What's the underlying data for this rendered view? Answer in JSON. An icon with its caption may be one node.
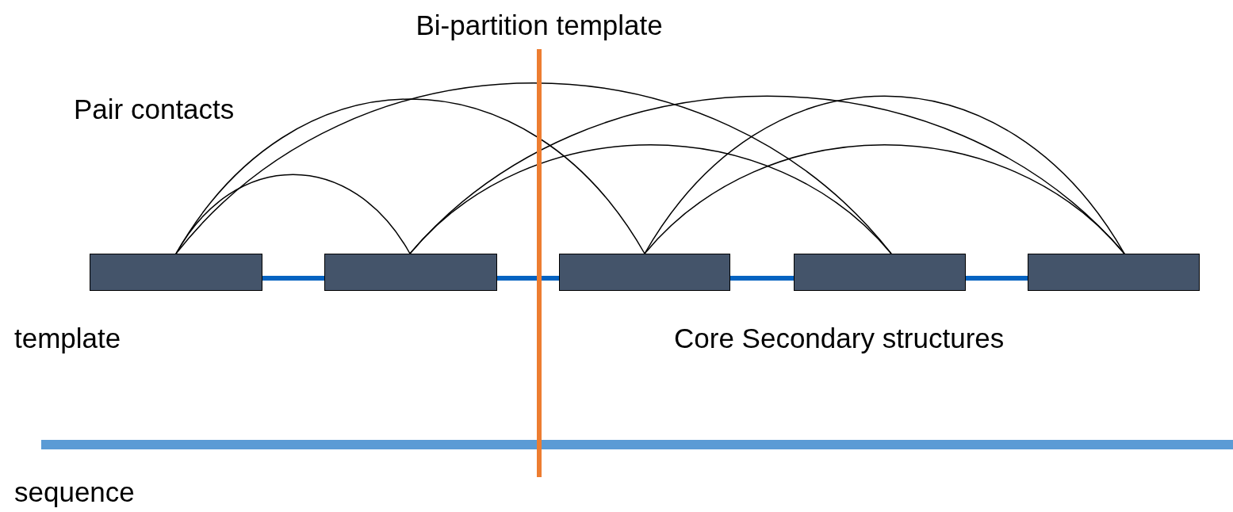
{
  "diagram": {
    "nodes": [
      {
        "text": [],
        "shape": "box"
      },
      {
        "text": [],
        "shape": "box"
      },
      {
        "text": [],
        "shape": "box"
      },
      {
        "text": [],
        "shape": "box"
      },
      {
        "text": [],
        "shape": "box"
      }
    ],
    "edges": [
      {
        "from": 0,
        "to": 1,
        "arrow": "none"
      },
      {
        "from": 0,
        "to": 2,
        "arrow": "none"
      },
      {
        "from": 0,
        "to": 3,
        "arrow": "none"
      },
      {
        "from": 1,
        "to": 3,
        "arrow": "none"
      },
      {
        "from": 1,
        "to": 4,
        "arrow": "none"
      },
      {
        "from": 2,
        "to": 4,
        "arrow": "none"
      },
      {
        "from": 2,
        "to": 4,
        "arrow": "none"
      },
      {
        "from": 0,
        "to": 1,
        "arrow": "none",
        "style": "thick",
        "color": "#0563c1"
      },
      {
        "from": 1,
        "to": 2,
        "arrow": "none",
        "style": "thick",
        "color": "#0563c1"
      },
      {
        "from": 2,
        "to": 3,
        "arrow": "none",
        "style": "thick",
        "color": "#0563c1"
      },
      {
        "from": 3,
        "to": 4,
        "arrow": "none",
        "style": "thick",
        "color": "#0563c1"
      }
    ],
    "labels": [
      "Bi-partition template",
      "Pair contacts",
      "template",
      "Core Secondary structures",
      "sequence"
    ]
  }
}
